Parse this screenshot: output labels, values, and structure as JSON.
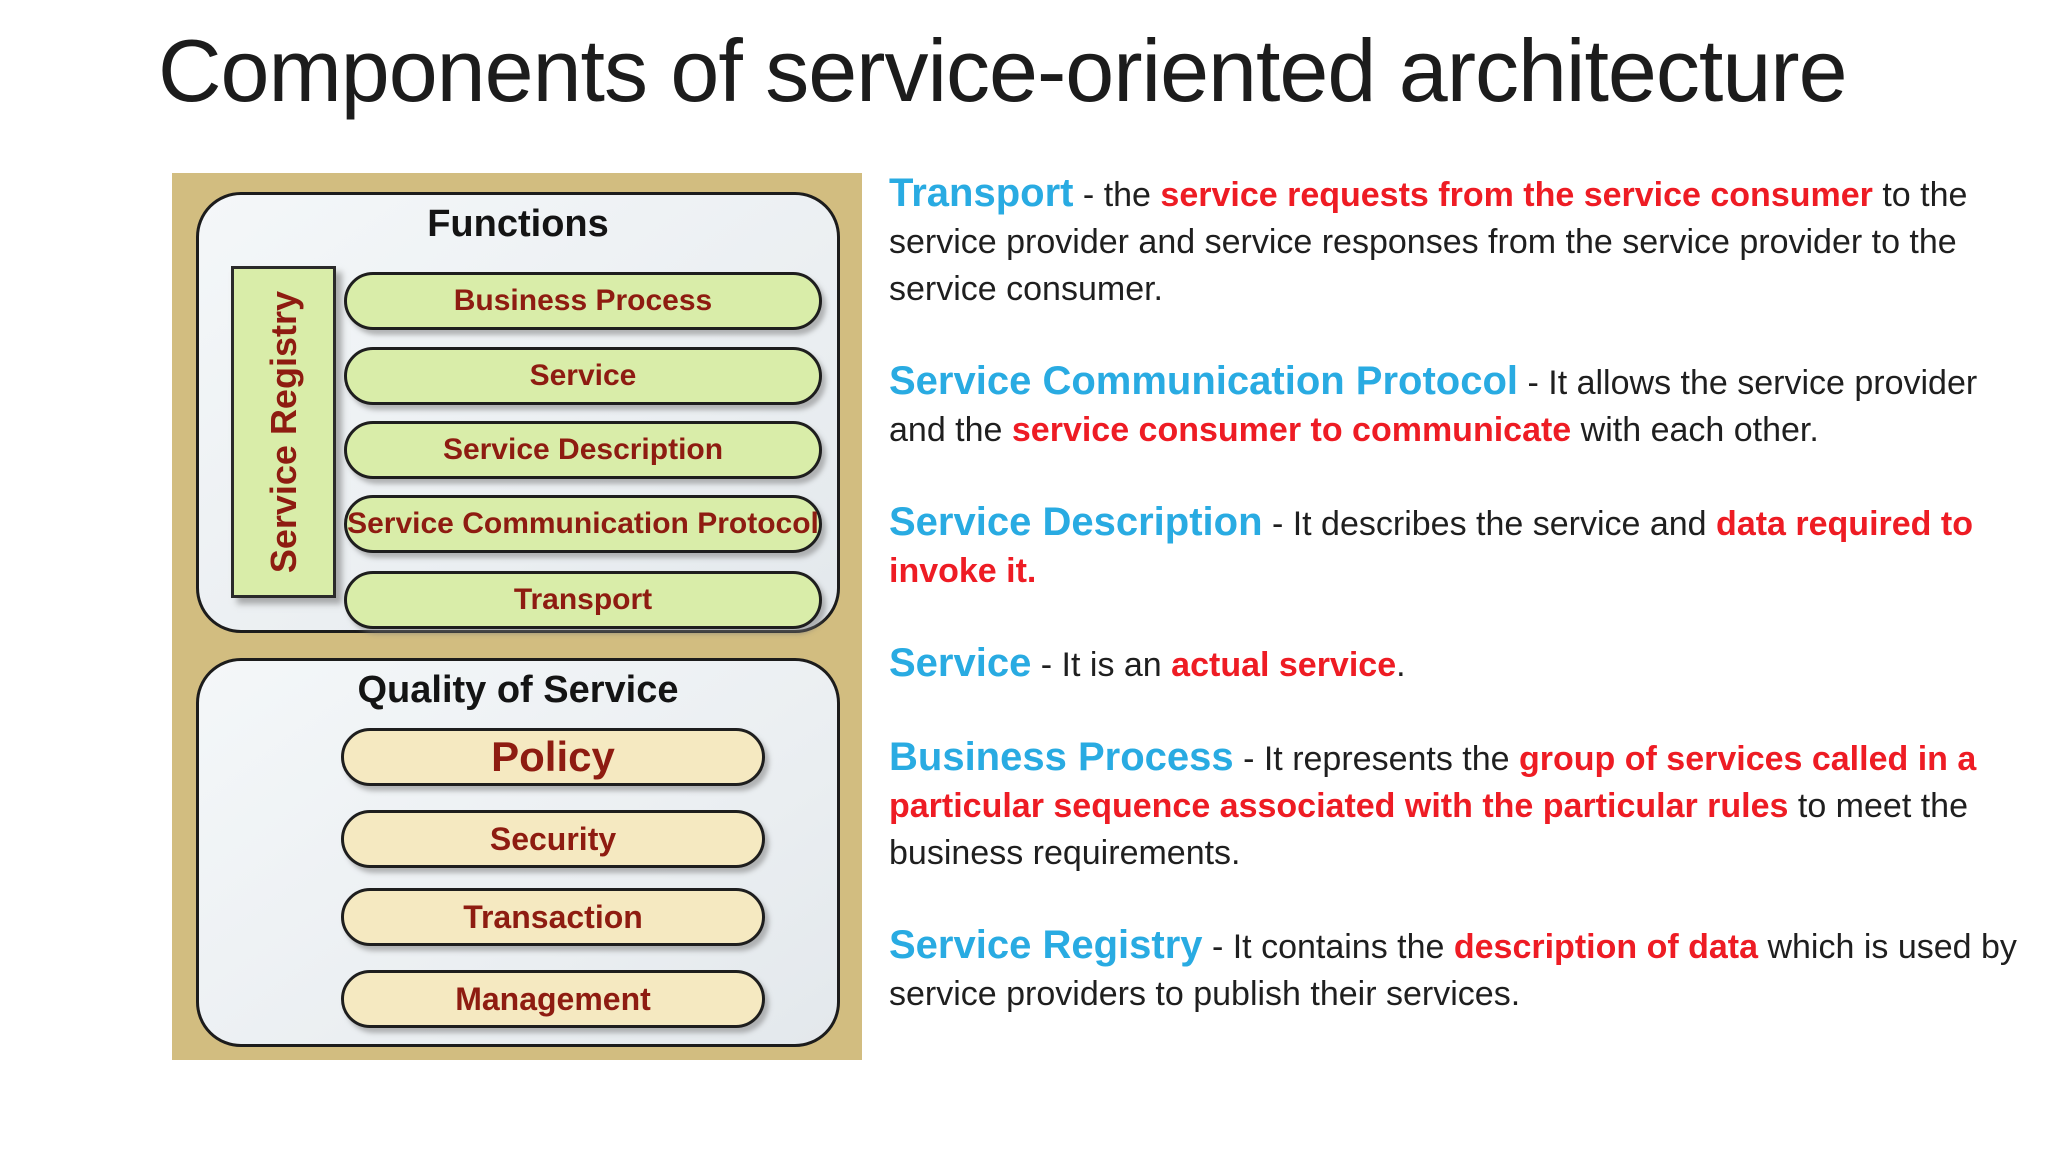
{
  "title": "Components of service-oriented architecture",
  "diagram": {
    "functions": {
      "header": "Functions",
      "registry_label": "Service Registry",
      "pills": [
        "Business Process",
        "Service",
        "Service Description",
        "Service Communication Protocol",
        "Transport"
      ]
    },
    "qos": {
      "header": "Quality of Service",
      "pills": [
        "Policy",
        "Security",
        "Transaction",
        "Management"
      ]
    },
    "colors": {
      "frame_tan": "#d2bd80",
      "panel_gray": "#edf1f4",
      "green_pill": "#d9eda9",
      "cream_pill": "#f5e9c1",
      "pill_text_dark_red": "#8e1c11"
    }
  },
  "descriptions": [
    {
      "runs": [
        {
          "t": "Transport",
          "c": "blue"
        },
        {
          "t": " - the ",
          "c": "black"
        },
        {
          "t": "service requests from the service consumer",
          "c": "red"
        },
        {
          "t": " to the service provider and service responses from the service provider to the service consumer.",
          "c": "black"
        }
      ]
    },
    {
      "runs": [
        {
          "t": "Service Communication Protocol",
          "c": "blue"
        },
        {
          "t": " - It allows the service provider and the ",
          "c": "black"
        },
        {
          "t": "service consumer to communicate",
          "c": "red"
        },
        {
          "t": " with each other.",
          "c": "black"
        }
      ]
    },
    {
      "runs": [
        {
          "t": "Service Description",
          "c": "blue"
        },
        {
          "t": " - It describes the service and ",
          "c": "black"
        },
        {
          "t": "data required to invoke it.",
          "c": "red"
        }
      ]
    },
    {
      "runs": [
        {
          "t": "Service",
          "c": "blue"
        },
        {
          "t": " - It is an ",
          "c": "black"
        },
        {
          "t": "actual service",
          "c": "red"
        },
        {
          "t": ".",
          "c": "black"
        }
      ]
    },
    {
      "runs": [
        {
          "t": "Business Process",
          "c": "blue"
        },
        {
          "t": " - It represents the ",
          "c": "black"
        },
        {
          "t": "group of services called in a particular sequence associated with the particular rules",
          "c": "red"
        },
        {
          "t": " to meet the business requirements.",
          "c": "black"
        }
      ]
    },
    {
      "runs": [
        {
          "t": "Service Registry",
          "c": "blue"
        },
        {
          "t": " - It contains the ",
          "c": "black"
        },
        {
          "t": "description of data",
          "c": "red"
        },
        {
          "t": " which is used by service providers to publish their services.",
          "c": "black"
        }
      ]
    }
  ],
  "text_colors": {
    "heading_blue": "#29abe2",
    "emphasis_red": "#ee1c24",
    "body_black": "#1f1f1f",
    "title_black": "#1c1c1c"
  }
}
